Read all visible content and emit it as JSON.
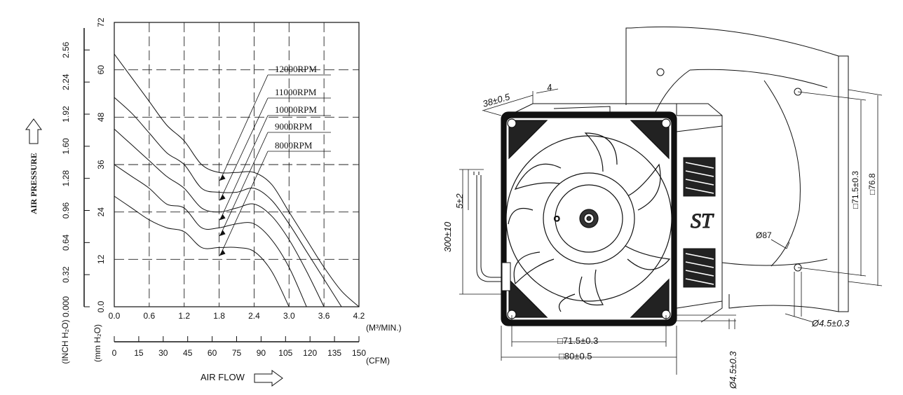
{
  "chart_data": {
    "type": "line",
    "title": "",
    "xlabel": "AIR FLOW",
    "ylabel": "AIR PRESSURE",
    "xlim": [
      0,
      4.2
    ],
    "ylim": [
      0,
      72
    ],
    "x_unit": "(M³/MIN.)",
    "y_unit": "(mm H₂O)",
    "secondary_x_unit": "(CFM)",
    "secondary_y_unit": "(INCH H₂O)",
    "x_ticks": [
      "0.0",
      "0.6",
      "1.2",
      "1.8",
      "2.4",
      "3.0",
      "3.6",
      "4.2"
    ],
    "y_ticks": [
      "0.0",
      "12",
      "24",
      "36",
      "48",
      "60",
      "72"
    ],
    "cfm_ticks": [
      "0",
      "15",
      "30",
      "45",
      "60",
      "75",
      "90",
      "105",
      "120",
      "135",
      "150"
    ],
    "inch_ticks": [
      "0.000",
      "0.32",
      "0.64",
      "0.96",
      "1.28",
      "1.60",
      "1.92",
      "2.24",
      "2.56"
    ],
    "grid": true,
    "series": [
      {
        "name": "12000RPM",
        "x": [
          0,
          0.3,
          0.6,
          0.9,
          1.2,
          1.5,
          1.8,
          2.1,
          2.4,
          2.7,
          3.0,
          3.3,
          3.6,
          3.9,
          4.2
        ],
        "y": [
          64,
          58,
          52,
          46,
          42,
          36,
          34,
          34,
          34,
          31,
          24,
          17,
          10,
          4,
          0
        ]
      },
      {
        "name": "11000RPM",
        "x": [
          0,
          0.3,
          0.6,
          0.9,
          1.2,
          1.5,
          1.8,
          2.1,
          2.4,
          2.7,
          3.0,
          3.3,
          3.6,
          3.9
        ],
        "y": [
          53,
          49,
          44,
          39,
          36,
          30,
          29,
          29,
          30,
          27,
          21,
          14,
          7,
          0
        ]
      },
      {
        "name": "10000RPM",
        "x": [
          0,
          0.3,
          0.6,
          0.9,
          1.2,
          1.5,
          1.8,
          2.1,
          2.4,
          2.7,
          3.0,
          3.3,
          3.6
        ],
        "y": [
          45,
          41,
          37,
          33,
          30,
          25,
          24,
          25,
          26,
          23,
          17,
          9,
          0
        ]
      },
      {
        "name": "9000RPM",
        "x": [
          0,
          0.3,
          0.6,
          0.9,
          1.2,
          1.5,
          1.8,
          2.1,
          2.4,
          2.7,
          3.0,
          3.3
        ],
        "y": [
          36,
          33,
          30,
          26,
          25,
          20,
          20,
          21,
          21,
          17,
          10,
          0
        ]
      },
      {
        "name": "8000RPM",
        "x": [
          0,
          0.3,
          0.6,
          0.9,
          1.2,
          1.5,
          1.8,
          2.1,
          2.4,
          2.7,
          3.0
        ],
        "y": [
          28,
          25,
          22,
          20,
          19,
          15,
          15,
          15,
          14,
          9,
          0
        ]
      }
    ]
  },
  "drawing": {
    "dimensions": {
      "width_38": "38±0.5",
      "rib_4": "4",
      "wire_5": "5±2",
      "wire_300": "300±10",
      "hole_pitch_h": "□71.5±0.3",
      "outer_h": "□80±0.5",
      "hole_side": "□71.5±0.3",
      "flange_side": "□76.8",
      "hole_dia_1": "Ø87",
      "hole_dia_2": "Ø4.5±0.3",
      "hole_dia_3": "Ø4.5±0.3"
    },
    "logo_text": "ST"
  }
}
